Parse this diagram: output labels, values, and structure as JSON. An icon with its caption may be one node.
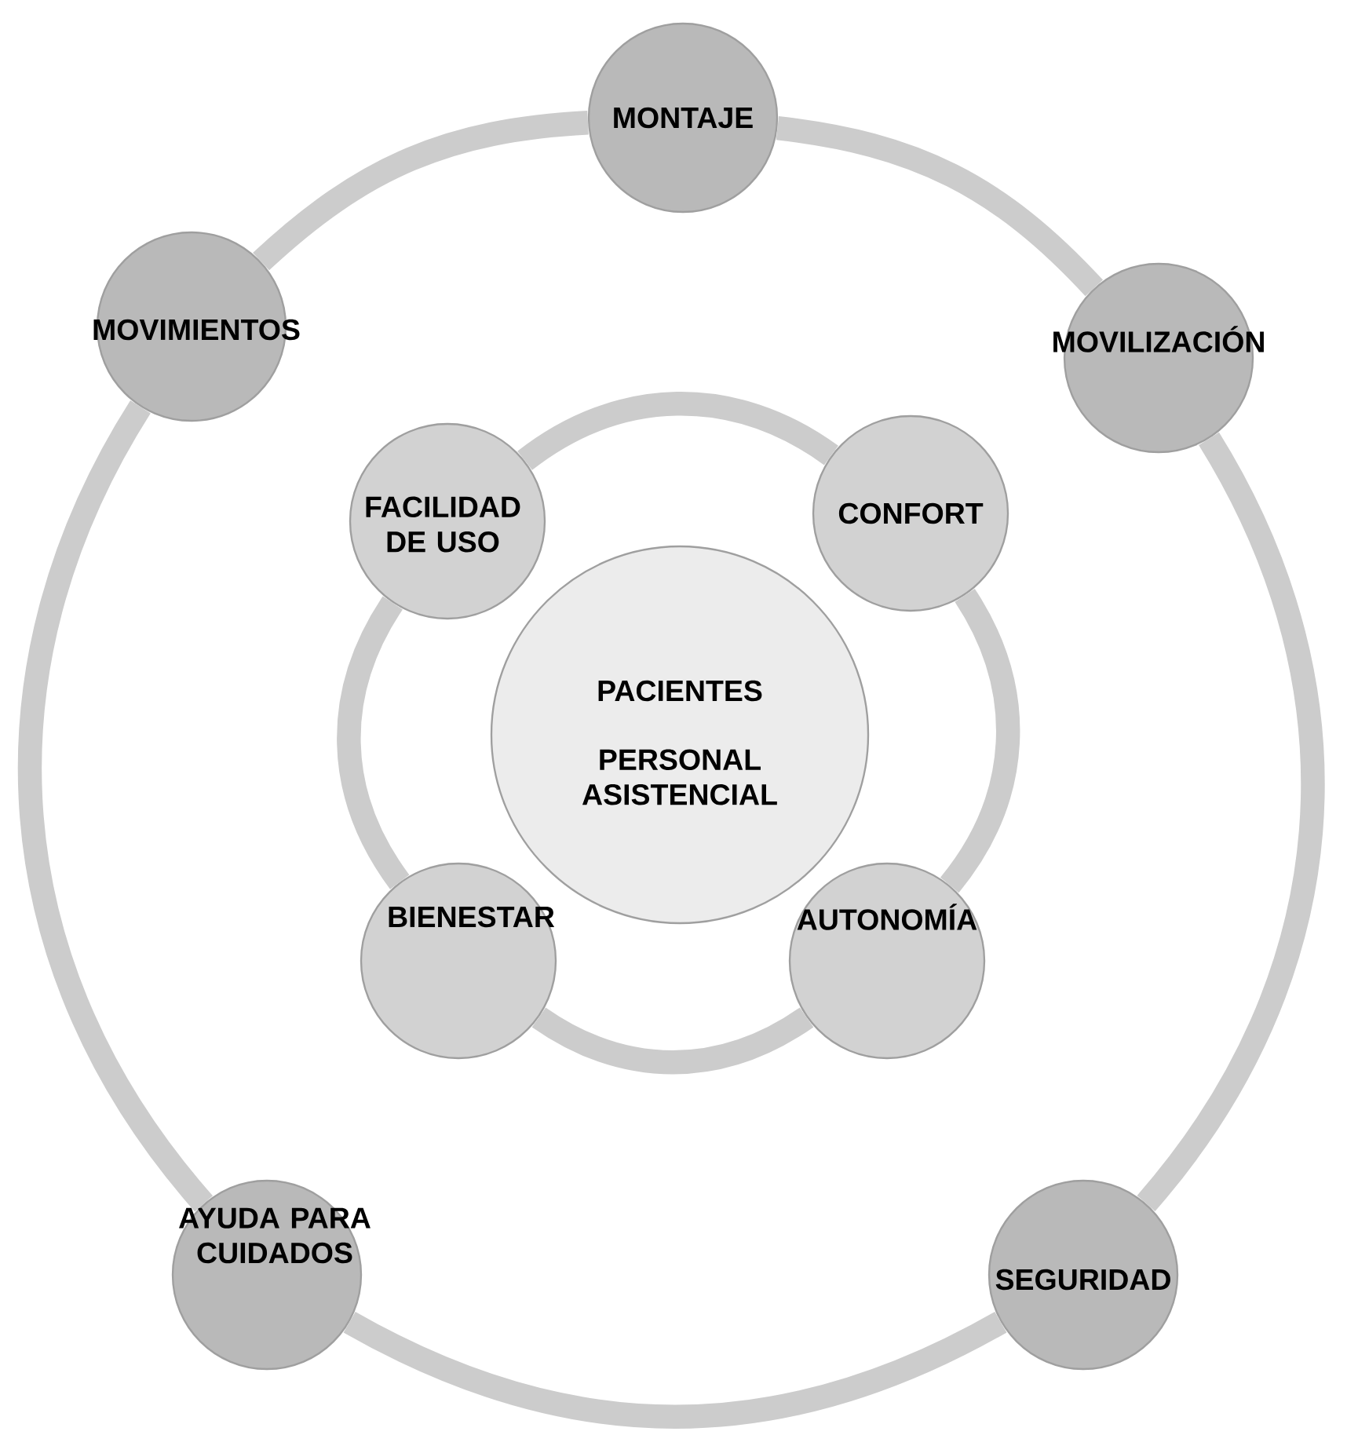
{
  "diagram": {
    "nodes": [
      {
        "text": [
          "MONTAJE"
        ]
      },
      {
        "text": [
          "MOVIMIENTOS"
        ]
      },
      {
        "text": [
          "MOVILIZACIÓN"
        ]
      },
      {
        "text": [
          "FACILIDAD DE USO"
        ]
      },
      {
        "text": [
          "CONFORT"
        ]
      },
      {
        "text": [
          "PACIENTES",
          "PERSONAL ASISTENCIAL"
        ]
      },
      {
        "text": [
          "BIENESTAR"
        ]
      },
      {
        "text": [
          "AUTONOMÍA"
        ]
      },
      {
        "text": [
          "AYUDA PARA CUIDADOS"
        ]
      },
      {
        "text": [
          "SEGURIDAD"
        ]
      }
    ],
    "edges": [
      {
        "from": 0,
        "to": 2,
        "arrow": "none"
      },
      {
        "from": 2,
        "to": 9,
        "arrow": "none"
      },
      {
        "from": 9,
        "to": 8,
        "arrow": "none"
      },
      {
        "from": 8,
        "to": 1,
        "arrow": "none"
      },
      {
        "from": 1,
        "to": 0,
        "arrow": "none"
      },
      {
        "from": 3,
        "to": 4,
        "arrow": "none"
      },
      {
        "from": 4,
        "to": 7,
        "arrow": "none"
      },
      {
        "from": 7,
        "to": 6,
        "arrow": "none"
      },
      {
        "from": 6,
        "to": 3,
        "arrow": "none"
      }
    ]
  }
}
